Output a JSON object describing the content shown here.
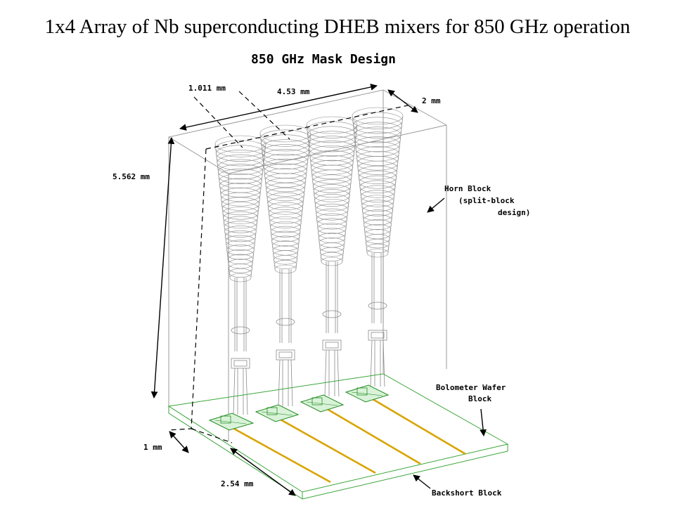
{
  "slide_title": "1x4 Array of Nb superconducting DHEB mixers for 850 GHz operation",
  "mask_title": "850 GHz Mask Design",
  "dimensions": {
    "horn_diameter": "1.011 mm",
    "array_width": "4.53 mm",
    "block_depth": "2 mm",
    "block_height": "5.562 mm",
    "wafer_depth": "1 mm",
    "backshort_width": "2.54 mm"
  },
  "labels": {
    "horn_block_line1": "Horn Block",
    "horn_block_line2": "(split-block",
    "horn_block_line3": "design)",
    "wafer_line1": "Bolometer Wafer",
    "wafer_line2": "Block",
    "backshort": "Backshort Block"
  },
  "colors": {
    "wafer_outline": "#3aa53a",
    "chip": "#238c23",
    "bias_trace": "#d9a400",
    "block_outline": "#9a9a9a"
  }
}
